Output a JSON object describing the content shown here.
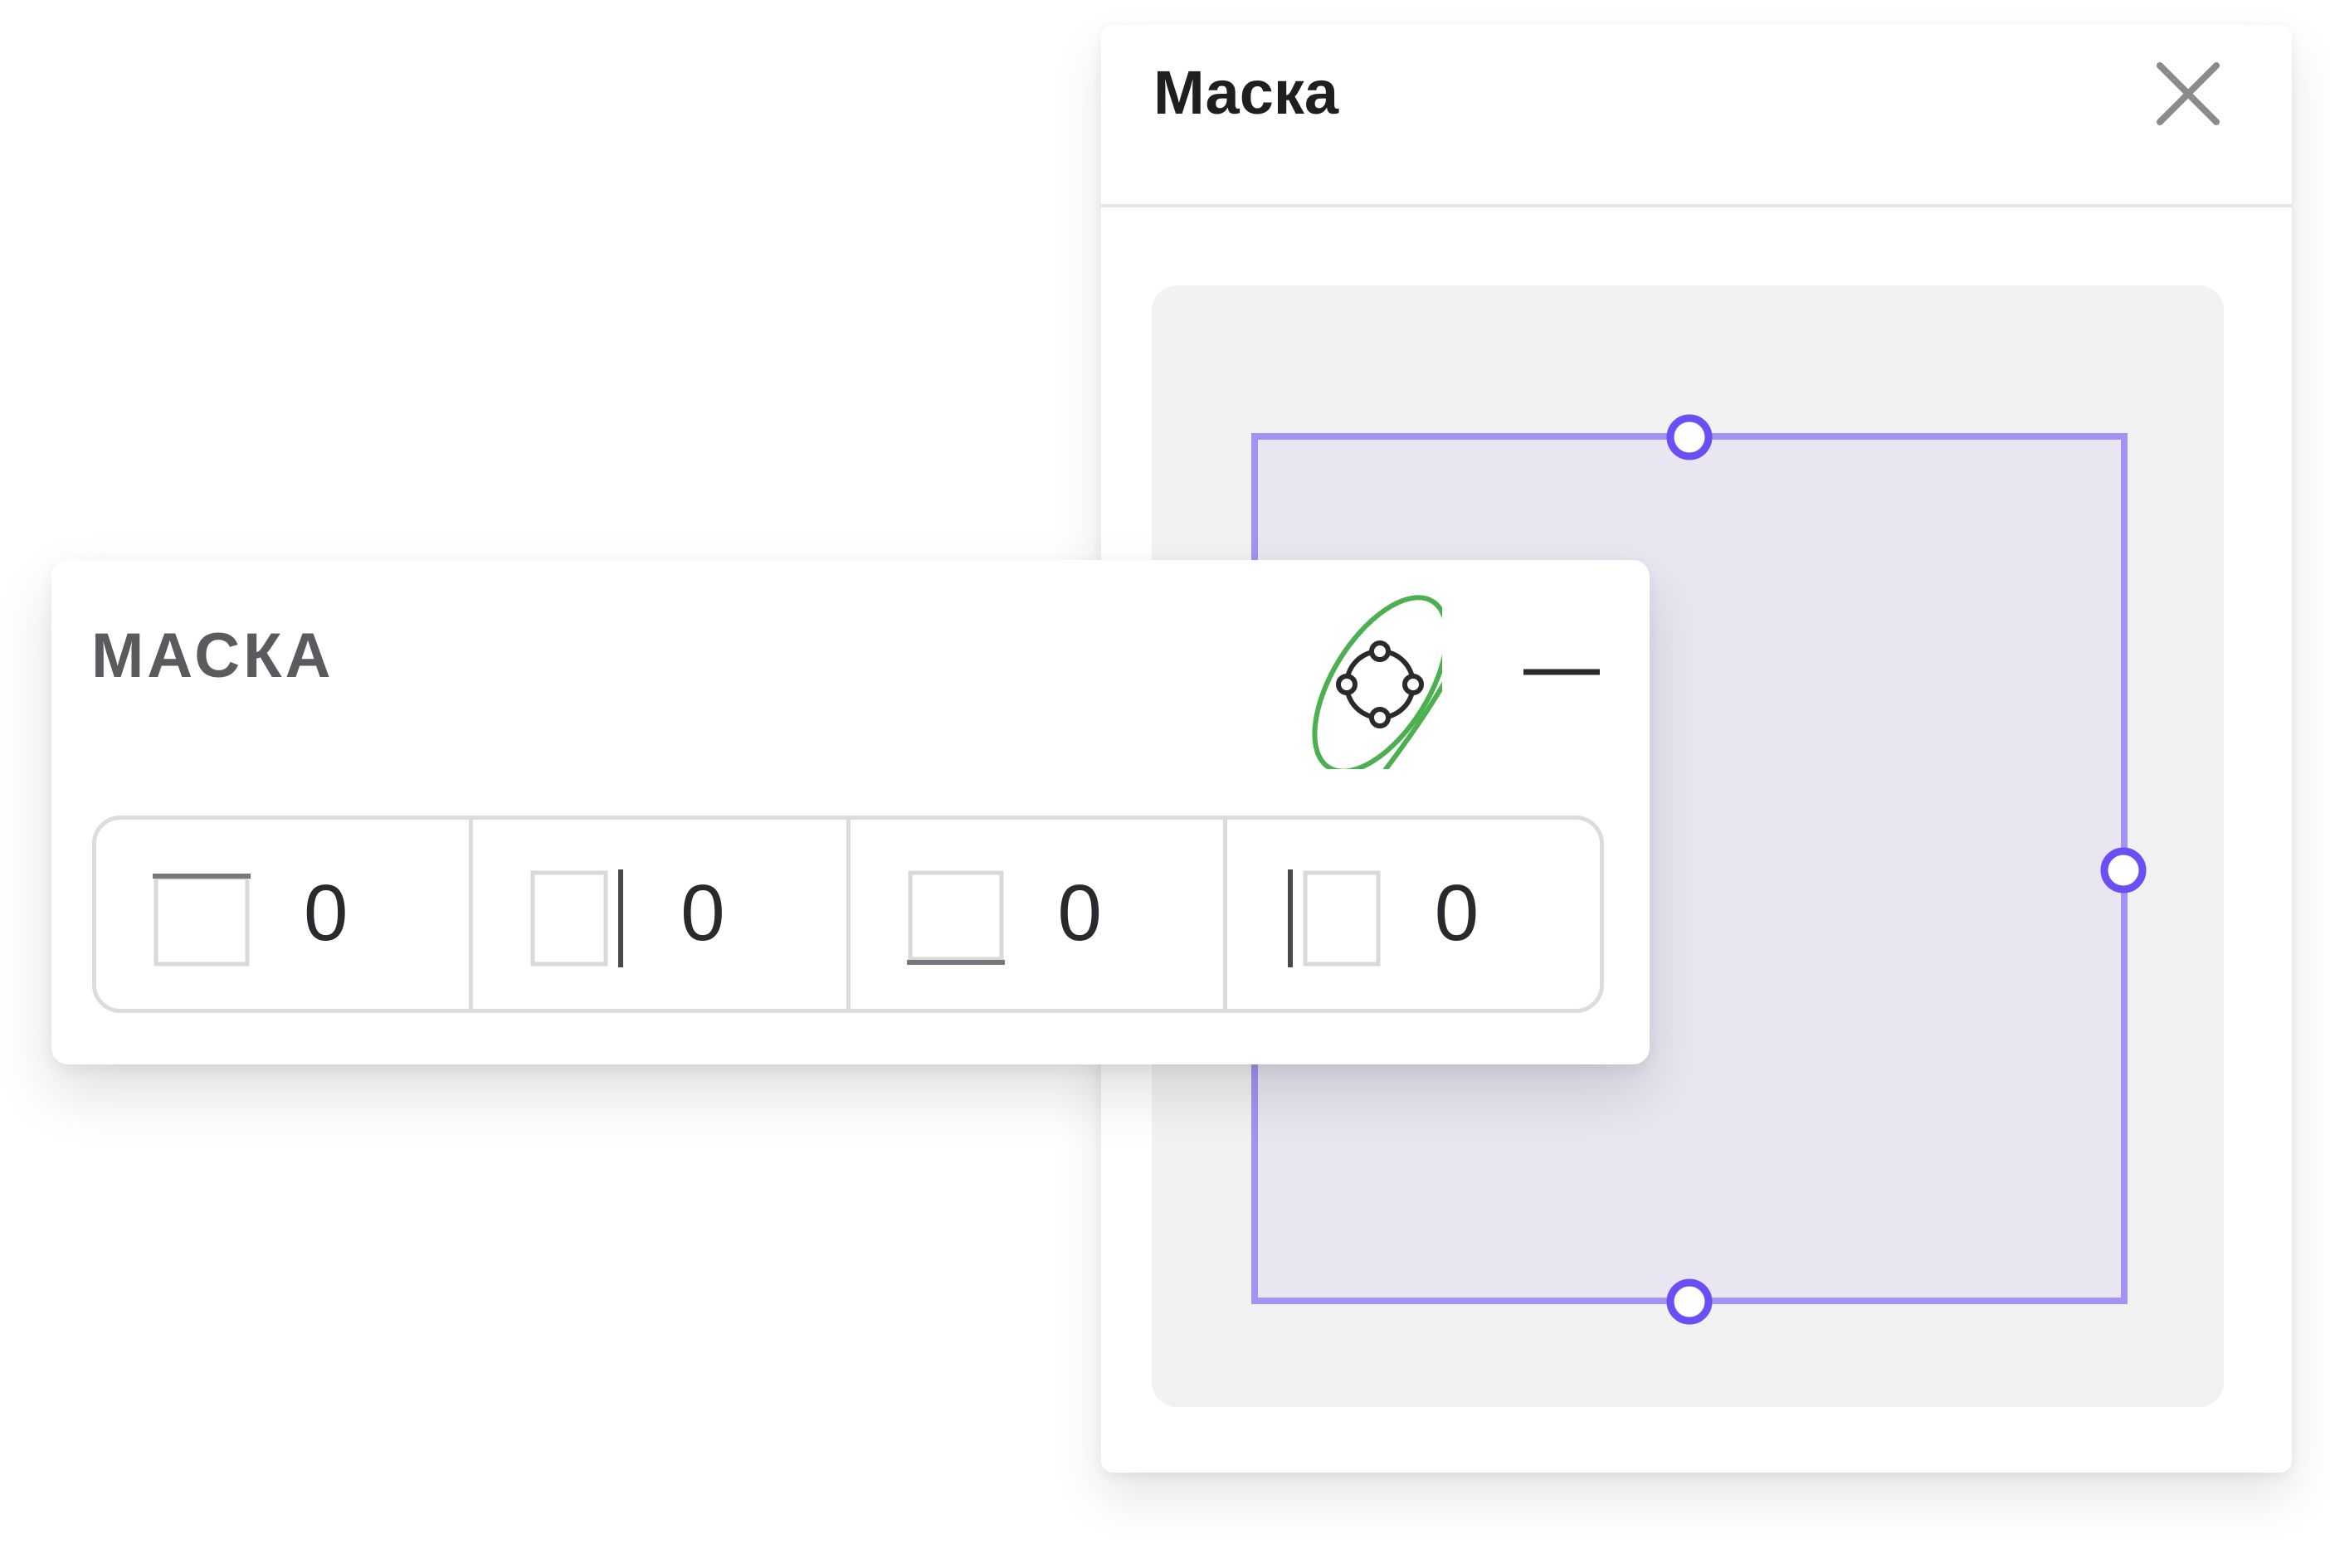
{
  "dialog": {
    "title": "Маска",
    "close_icon": "close-icon"
  },
  "panel": {
    "title": "МАСКА",
    "settings_icon": "mask-handles-icon",
    "collapse_icon": "minus-icon",
    "insets": [
      {
        "side": "top",
        "icon": "inset-top-icon",
        "value": "0"
      },
      {
        "side": "right",
        "icon": "inset-right-icon",
        "value": "0"
      },
      {
        "side": "bottom",
        "icon": "inset-bottom-icon",
        "value": "0"
      },
      {
        "side": "left",
        "icon": "inset-left-icon",
        "value": "0"
      }
    ]
  },
  "colors": {
    "accent": "#6a4ff5",
    "mask_fill": "#e9e6f2",
    "mask_border": "#a393f2",
    "highlight": "#4caf50",
    "canvas_bg": "#f2f2f2"
  }
}
